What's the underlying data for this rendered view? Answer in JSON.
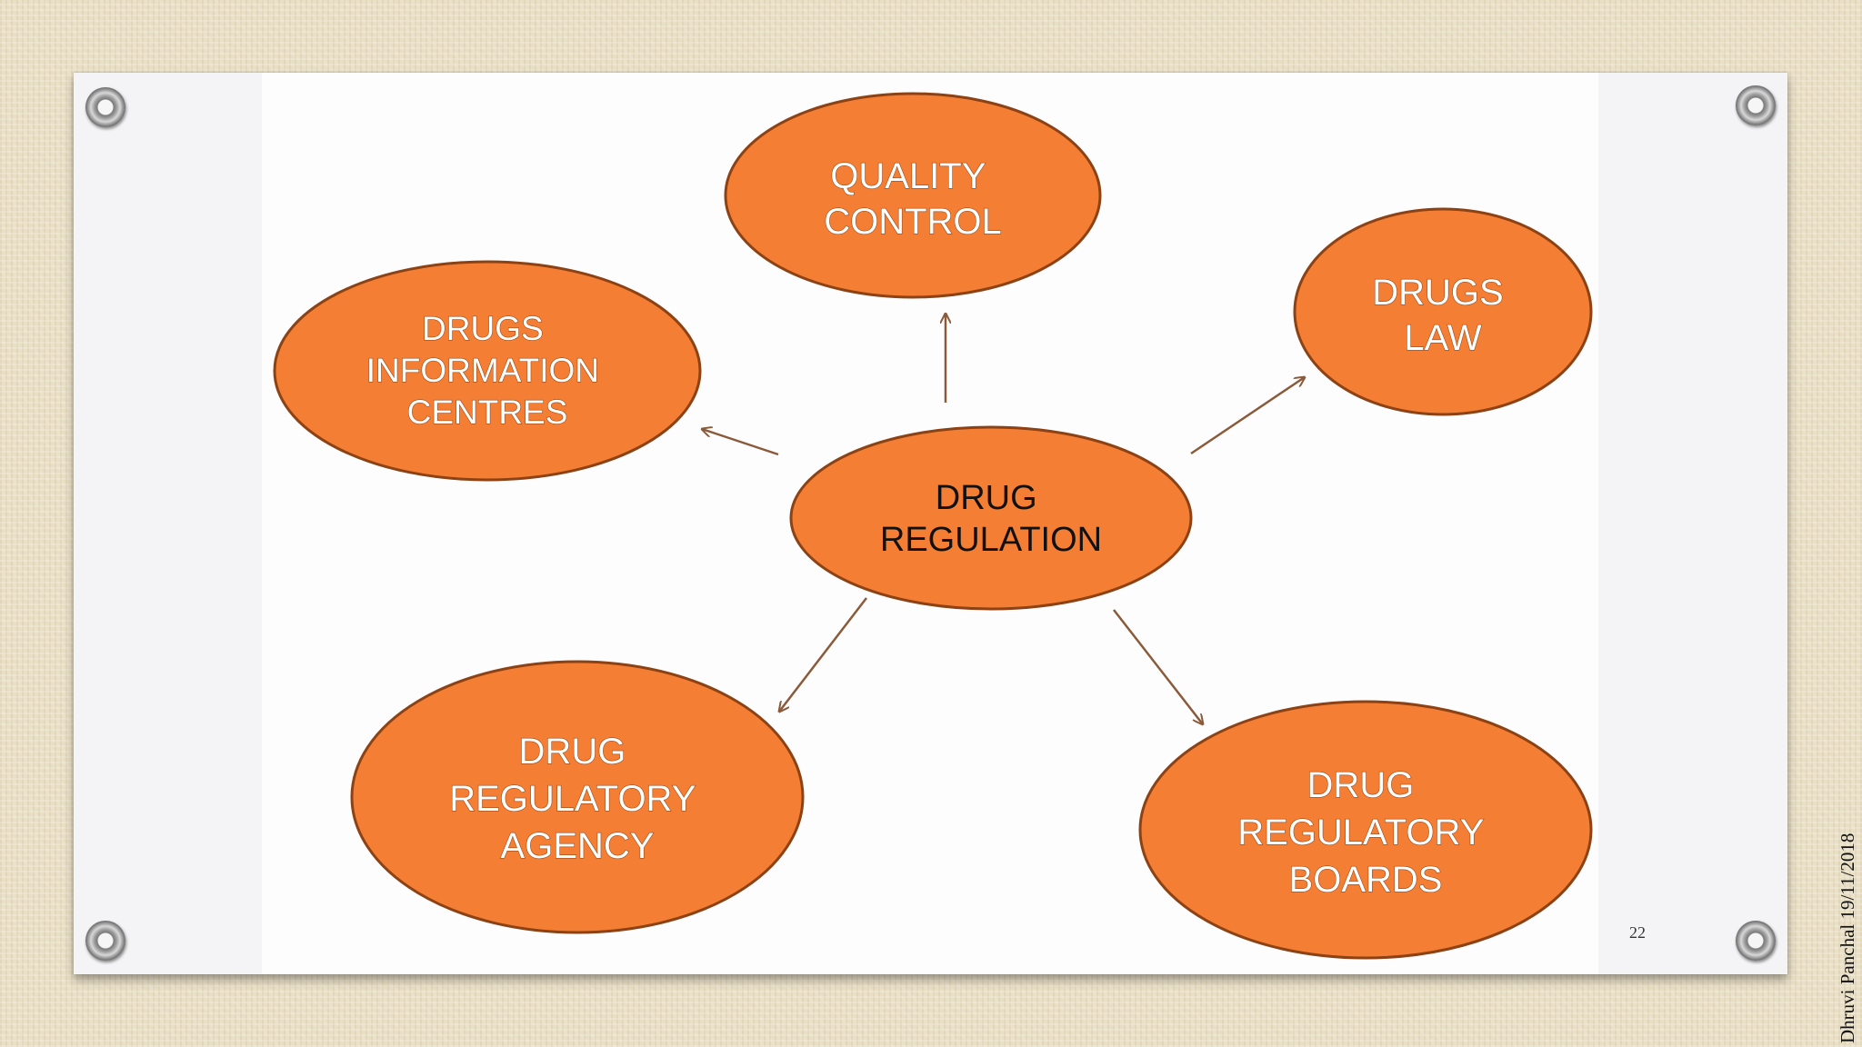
{
  "diagram": {
    "center": {
      "id": "drug-regulation",
      "lines": [
        "DRUG",
        "REGULATION"
      ]
    },
    "nodes": [
      {
        "id": "quality-control",
        "lines": [
          "QUALITY",
          "CONTROL"
        ]
      },
      {
        "id": "drugs-law",
        "lines": [
          "DRUGS",
          "LAW"
        ]
      },
      {
        "id": "drugs-information-centres",
        "lines": [
          "DRUGS",
          "INFORMATION",
          "CENTRES"
        ]
      },
      {
        "id": "drug-regulatory-agency",
        "lines": [
          "DRUG",
          "REGULATORY",
          "AGENCY"
        ]
      },
      {
        "id": "drug-regulatory-boards",
        "lines": [
          "DRUG",
          "REGULATORY",
          "BOARDS"
        ]
      }
    ],
    "edges": [
      {
        "from": "drug-regulation",
        "to": "quality-control"
      },
      {
        "from": "drug-regulation",
        "to": "drugs-law"
      },
      {
        "from": "drug-regulation",
        "to": "drugs-information-centres"
      },
      {
        "from": "drug-regulation",
        "to": "drug-regulatory-agency"
      },
      {
        "from": "drug-regulation",
        "to": "drug-regulatory-boards"
      }
    ]
  },
  "slide": {
    "page_number": "22",
    "footer": "Dhruvi Panchal 19/11/2018"
  },
  "colors": {
    "node_fill": "#f47f34",
    "node_stroke": "#8c4214",
    "arrow": "#8a5a3a"
  }
}
